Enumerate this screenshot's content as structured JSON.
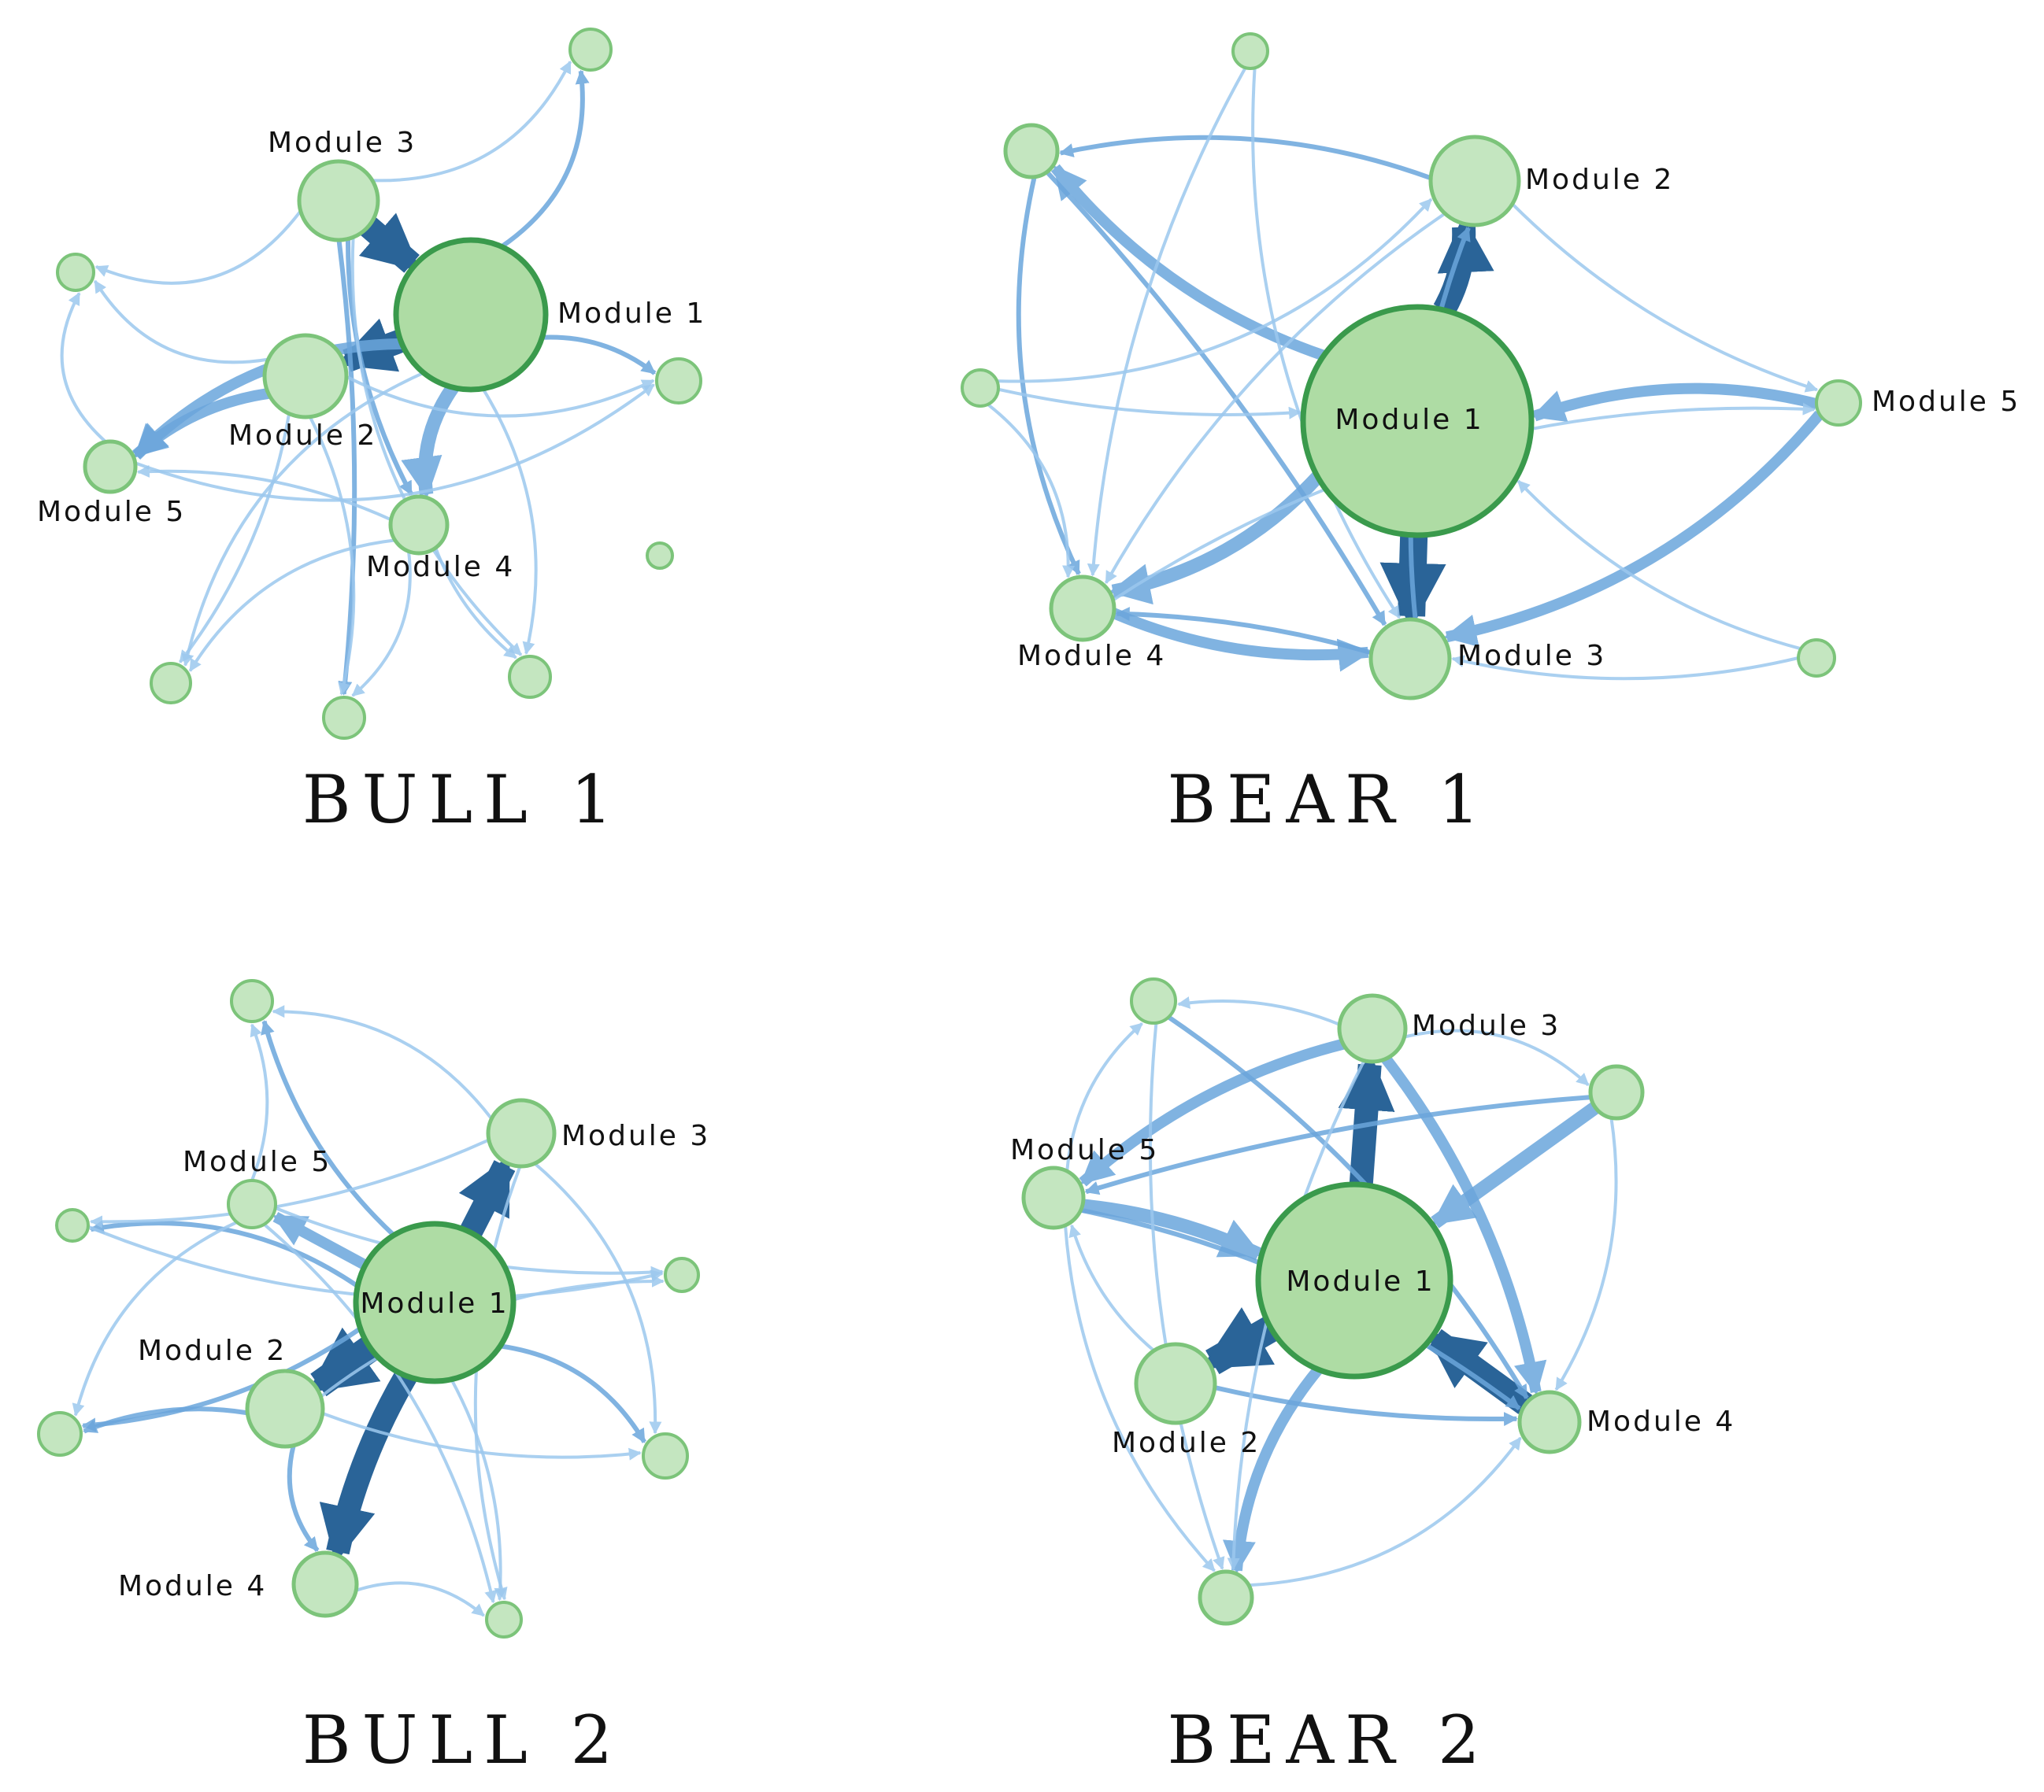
{
  "colors": {
    "node_fill": "#c4e6c0",
    "node_fill_hub": "#aedca4",
    "node_stroke": "#7cc47a",
    "node_stroke_hub": "#3a9a4c",
    "edge_weak": "#9cc8ee",
    "edge_medium": "#6ba6dc",
    "edge_strong": "#1f5c93"
  },
  "panels": [
    {
      "title": "BULL 1",
      "nodes": [
        {
          "id": "m1",
          "label": "Module 1",
          "r": 95,
          "hub": true
        },
        {
          "id": "m2",
          "label": "Module 2",
          "r": 52
        },
        {
          "id": "m3",
          "label": "Module 3",
          "r": 50
        },
        {
          "id": "m4",
          "label": "Module 4",
          "r": 36
        },
        {
          "id": "m5",
          "label": "Module 5",
          "r": 32
        },
        {
          "id": "a",
          "label": "",
          "r": 23
        },
        {
          "id": "b",
          "label": "",
          "r": 26
        },
        {
          "id": "c",
          "label": "",
          "r": 28
        },
        {
          "id": "d",
          "label": "",
          "r": 16
        },
        {
          "id": "e",
          "label": "",
          "r": 25
        },
        {
          "id": "f",
          "label": "",
          "r": 26
        },
        {
          "id": "g",
          "label": "",
          "r": 26
        }
      ],
      "edges": [
        {
          "from": "m3",
          "to": "m1",
          "w": 3,
          "bend": 0
        },
        {
          "from": "m1",
          "to": "m2",
          "w": 3,
          "bend": 0
        },
        {
          "from": "m1",
          "to": "m4",
          "w": 2.5,
          "bend": 0.1
        },
        {
          "from": "m2",
          "to": "m5",
          "w": 2,
          "bend": 0.1
        },
        {
          "from": "m1",
          "to": "m5",
          "w": 2,
          "bend": 0.15
        },
        {
          "from": "m1",
          "to": "b",
          "w": 1.5,
          "bend": 0.2
        },
        {
          "from": "m1",
          "to": "c",
          "w": 1.5,
          "bend": -0.1
        },
        {
          "from": "m3",
          "to": "a",
          "w": 1,
          "bend": -0.3
        },
        {
          "from": "m3",
          "to": "b",
          "w": 1,
          "bend": 0.25
        },
        {
          "from": "m3",
          "to": "f",
          "w": 1.5,
          "bend": -0.05
        },
        {
          "from": "m3",
          "to": "m4",
          "w": 1.5,
          "bend": 0.1
        },
        {
          "from": "m3",
          "to": "g",
          "w": 1,
          "bend": 0.2
        },
        {
          "from": "m2",
          "to": "a",
          "w": 1,
          "bend": -0.25
        },
        {
          "from": "m2",
          "to": "e",
          "w": 1,
          "bend": -0.1
        },
        {
          "from": "m2",
          "to": "c",
          "w": 1,
          "bend": 0.2
        },
        {
          "from": "m5",
          "to": "a",
          "w": 1,
          "bend": -0.3
        },
        {
          "from": "m5",
          "to": "c",
          "w": 1,
          "bend": 0.25
        },
        {
          "from": "m4",
          "to": "f",
          "w": 1,
          "bend": -0.2
        },
        {
          "from": "m4",
          "to": "g",
          "w": 1,
          "bend": 0.1
        },
        {
          "from": "m4",
          "to": "m5",
          "w": 1,
          "bend": 0.1
        },
        {
          "from": "m1",
          "to": "e",
          "w": 1,
          "bend": 0.2
        },
        {
          "from": "m1",
          "to": "g",
          "w": 1,
          "bend": -0.15
        },
        {
          "from": "m4",
          "to": "e",
          "w": 1,
          "bend": 0.2
        },
        {
          "from": "m2",
          "to": "f",
          "w": 1,
          "bend": -0.15
        }
      ]
    },
    {
      "title": "BEAR 1",
      "nodes": [
        {
          "id": "m1",
          "label": "Module 1",
          "r": 145,
          "hub": true
        },
        {
          "id": "m2",
          "label": "Module 2",
          "r": 56
        },
        {
          "id": "m3",
          "label": "Module 3",
          "r": 50
        },
        {
          "id": "m4",
          "label": "Module 4",
          "r": 40
        },
        {
          "id": "m5",
          "label": "Module 5",
          "r": 28
        },
        {
          "id": "a",
          "label": "",
          "r": 22
        },
        {
          "id": "b",
          "label": "",
          "r": 33
        },
        {
          "id": "c",
          "label": "",
          "r": 23
        },
        {
          "id": "d",
          "label": "",
          "r": 23
        }
      ],
      "edges": [
        {
          "from": "m1",
          "to": "m2",
          "w": 3,
          "bend": 0.05
        },
        {
          "from": "m1",
          "to": "m3",
          "w": 3.5,
          "bend": 0
        },
        {
          "from": "m1",
          "to": "m4",
          "w": 2.5,
          "bend": -0.1
        },
        {
          "from": "m5",
          "to": "m1",
          "w": 2,
          "bend": 0.1
        },
        {
          "from": "m1",
          "to": "b",
          "w": 2,
          "bend": -0.1
        },
        {
          "from": "m2",
          "to": "b",
          "w": 1.5,
          "bend": 0.12
        },
        {
          "from": "m4",
          "to": "m3",
          "w": 2,
          "bend": 0.1
        },
        {
          "from": "m3",
          "to": "m4",
          "w": 1.5,
          "bend": 0.05
        },
        {
          "from": "m5",
          "to": "m3",
          "w": 2,
          "bend": -0.15
        },
        {
          "from": "b",
          "to": "m3",
          "w": 1.5,
          "bend": -0.05
        },
        {
          "from": "b",
          "to": "m4",
          "w": 1.5,
          "bend": 0.15
        },
        {
          "from": "a",
          "to": "m3",
          "w": 1,
          "bend": 0.15
        },
        {
          "from": "m2",
          "to": "m4",
          "w": 1,
          "bend": 0.1
        },
        {
          "from": "c",
          "to": "m2",
          "w": 1,
          "bend": 0.2
        },
        {
          "from": "c",
          "to": "m1",
          "w": 1,
          "bend": 0.05
        },
        {
          "from": "c",
          "to": "m4",
          "w": 1,
          "bend": -0.2
        },
        {
          "from": "m2",
          "to": "m5",
          "w": 1,
          "bend": 0.1
        },
        {
          "from": "m4",
          "to": "m5",
          "w": 1,
          "bend": -0.15
        },
        {
          "from": "d",
          "to": "m1",
          "w": 1,
          "bend": -0.1
        },
        {
          "from": "d",
          "to": "m3",
          "w": 1,
          "bend": -0.1
        },
        {
          "from": "a",
          "to": "m4",
          "w": 1,
          "bend": 0.1
        },
        {
          "from": "m3",
          "to": "m2",
          "w": 1.5,
          "bend": -0.1
        }
      ]
    },
    {
      "title": "BULL 2",
      "nodes": [
        {
          "id": "m1",
          "label": "Module 1",
          "r": 100,
          "hub": true
        },
        {
          "id": "m2",
          "label": "Module 2",
          "r": 48
        },
        {
          "id": "m3",
          "label": "Module 3",
          "r": 42
        },
        {
          "id": "m4",
          "label": "Module 4",
          "r": 40
        },
        {
          "id": "m5",
          "label": "Module 5",
          "r": 30
        },
        {
          "id": "a",
          "label": "",
          "r": 26
        },
        {
          "id": "b",
          "label": "",
          "r": 20
        },
        {
          "id": "c",
          "label": "",
          "r": 21
        },
        {
          "id": "d",
          "label": "",
          "r": 27
        },
        {
          "id": "e",
          "label": "",
          "r": 28
        },
        {
          "id": "f",
          "label": "",
          "r": 22
        }
      ],
      "edges": [
        {
          "from": "m1",
          "to": "m3",
          "w": 3,
          "bend": 0
        },
        {
          "from": "m1",
          "to": "m2",
          "w": 3.5,
          "bend": 0
        },
        {
          "from": "m1",
          "to": "m4",
          "w": 3,
          "bend": 0.05
        },
        {
          "from": "m1",
          "to": "m5",
          "w": 2,
          "bend": 0
        },
        {
          "from": "m1",
          "to": "a",
          "w": 1.5,
          "bend": -0.1
        },
        {
          "from": "m1",
          "to": "e",
          "w": 1.5,
          "bend": -0.15
        },
        {
          "from": "m1",
          "to": "b",
          "w": 1.5,
          "bend": 0.15
        },
        {
          "from": "m1",
          "to": "d",
          "w": 1.5,
          "bend": -0.1
        },
        {
          "from": "m3",
          "to": "b",
          "w": 1,
          "bend": -0.1
        },
        {
          "from": "m3",
          "to": "a",
          "w": 1,
          "bend": 0.2
        },
        {
          "from": "m3",
          "to": "e",
          "w": 1,
          "bend": -0.2
        },
        {
          "from": "m3",
          "to": "f",
          "w": 1,
          "bend": 0.15
        },
        {
          "from": "m2",
          "to": "d",
          "w": 1.5,
          "bend": 0.1
        },
        {
          "from": "m2",
          "to": "m4",
          "w": 1.5,
          "bend": 0.15
        },
        {
          "from": "m2",
          "to": "c",
          "w": 1,
          "bend": -0.15
        },
        {
          "from": "m2",
          "to": "e",
          "w": 1,
          "bend": 0.1
        },
        {
          "from": "m5",
          "to": "d",
          "w": 1,
          "bend": 0.2
        },
        {
          "from": "m5",
          "to": "f",
          "w": 1,
          "bend": -0.15
        },
        {
          "from": "m5",
          "to": "a",
          "w": 1,
          "bend": 0.15
        },
        {
          "from": "b",
          "to": "c",
          "w": 1,
          "bend": 0.15
        },
        {
          "from": "m4",
          "to": "f",
          "w": 1,
          "bend": -0.2
        },
        {
          "from": "m1",
          "to": "f",
          "w": 1,
          "bend": -0.1
        },
        {
          "from": "m5",
          "to": "c",
          "w": 1,
          "bend": 0.1
        }
      ]
    },
    {
      "title": "BEAR 2",
      "nodes": [
        {
          "id": "m1",
          "label": "Module 1",
          "r": 122,
          "hub": true
        },
        {
          "id": "m2",
          "label": "Module 2",
          "r": 50
        },
        {
          "id": "m3",
          "label": "Module 3",
          "r": 42
        },
        {
          "id": "m4",
          "label": "Module 4",
          "r": 38
        },
        {
          "id": "m5",
          "label": "Module 5",
          "r": 38
        },
        {
          "id": "a",
          "label": "",
          "r": 28
        },
        {
          "id": "b",
          "label": "",
          "r": 33
        },
        {
          "id": "c",
          "label": "",
          "r": 33
        }
      ],
      "edges": [
        {
          "from": "m1",
          "to": "m2",
          "w": 3.5,
          "bend": 0
        },
        {
          "from": "m1",
          "to": "m3",
          "w": 3,
          "bend": 0
        },
        {
          "from": "m4",
          "to": "m1",
          "w": 3,
          "bend": 0
        },
        {
          "from": "m5",
          "to": "m1",
          "w": 2.5,
          "bend": -0.05
        },
        {
          "from": "b",
          "to": "m1",
          "w": 2.5,
          "bend": 0
        },
        {
          "from": "m1",
          "to": "c",
          "w": 2,
          "bend": 0.1
        },
        {
          "from": "m3",
          "to": "m5",
          "w": 2,
          "bend": 0.1
        },
        {
          "from": "b",
          "to": "m5",
          "w": 1.5,
          "bend": 0.05
        },
        {
          "from": "m5",
          "to": "m4",
          "w": 1.5,
          "bend": -0.1
        },
        {
          "from": "m3",
          "to": "m4",
          "w": 2,
          "bend": -0.1
        },
        {
          "from": "m2",
          "to": "m4",
          "w": 1.5,
          "bend": 0.05
        },
        {
          "from": "m3",
          "to": "b",
          "w": 1,
          "bend": -0.2
        },
        {
          "from": "b",
          "to": "m4",
          "w": 1,
          "bend": -0.15
        },
        {
          "from": "c",
          "to": "m4",
          "w": 1,
          "bend": 0.2
        },
        {
          "from": "a",
          "to": "m4",
          "w": 1.5,
          "bend": -0.1
        },
        {
          "from": "a",
          "to": "c",
          "w": 1,
          "bend": 0.1
        },
        {
          "from": "m5",
          "to": "c",
          "w": 1,
          "bend": 0.15
        },
        {
          "from": "m3",
          "to": "c",
          "w": 1,
          "bend": 0.1
        },
        {
          "from": "m5",
          "to": "a",
          "w": 1,
          "bend": -0.15
        },
        {
          "from": "m2",
          "to": "m5",
          "w": 1,
          "bend": -0.1
        },
        {
          "from": "m3",
          "to": "a",
          "w": 1,
          "bend": 0.1
        }
      ]
    }
  ]
}
